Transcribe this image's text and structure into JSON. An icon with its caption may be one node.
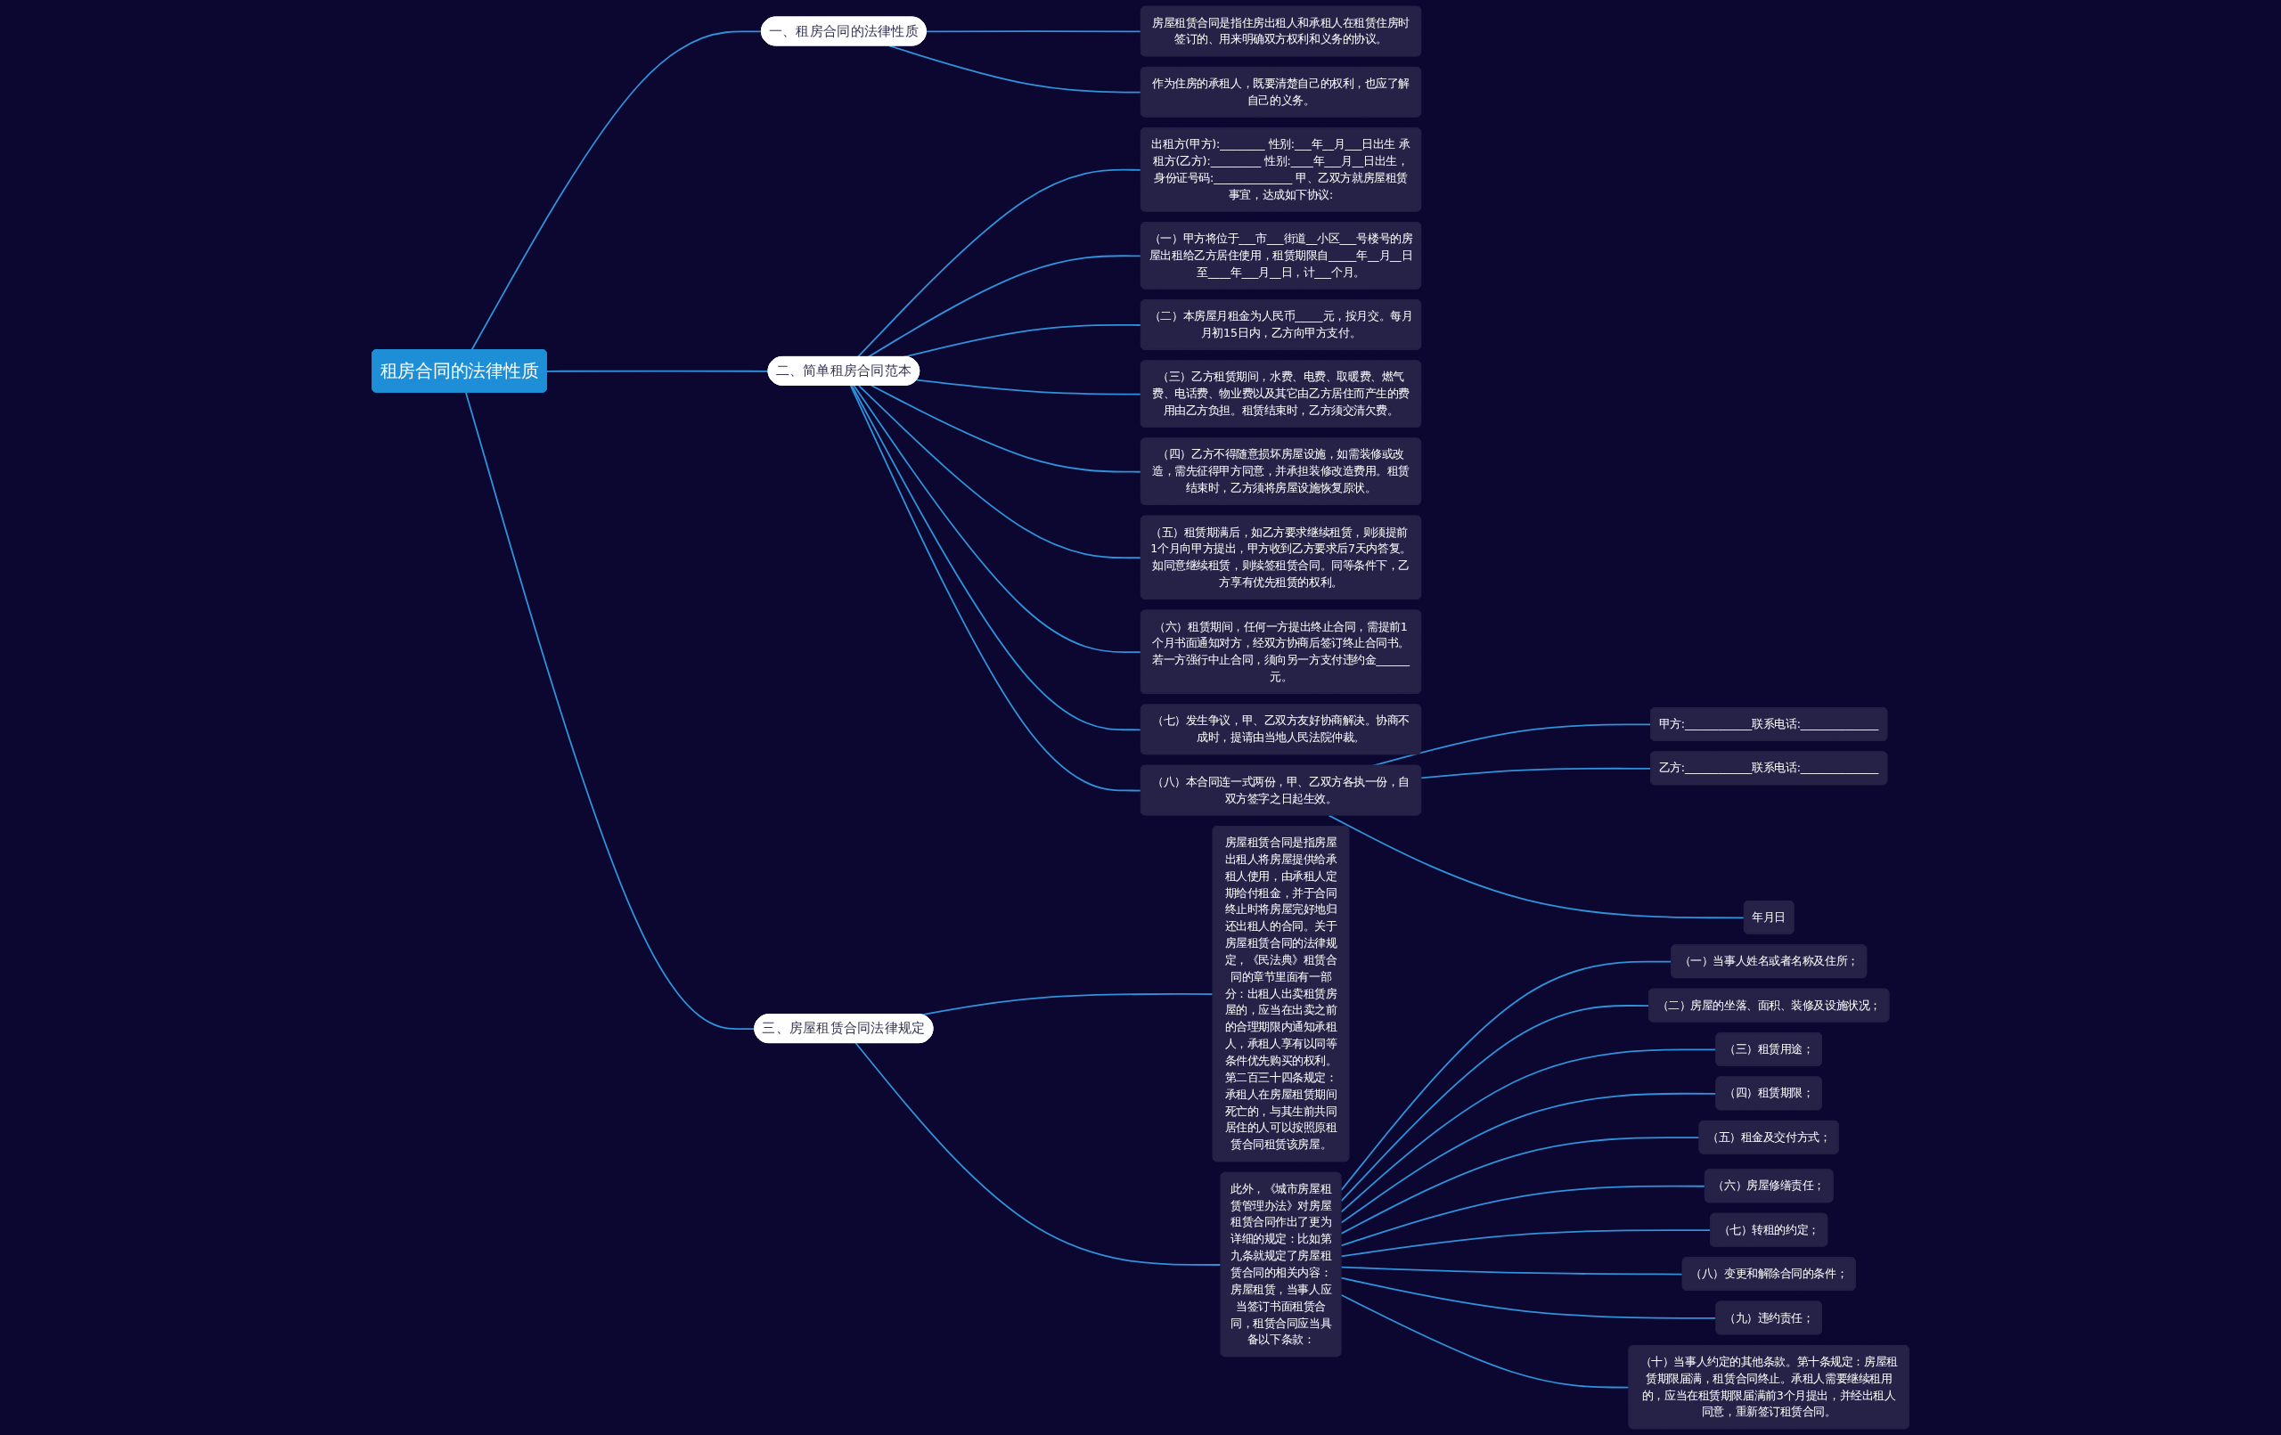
{
  "diagram": {
    "nodes": [
      {
        "text": [
          "租房合同的法律性质"
        ]
      },
      {
        "text": [
          "一、租房合同的法律性质"
        ]
      },
      {
        "text": [
          "房屋租赁合同是指住房出租人和承租人在租赁住房时签订的、用来明确双方权利和义务的协议。"
        ]
      },
      {
        "text": [
          "作为住房的承租人，既要清楚自己的权利，也应了解自己的义务。"
        ]
      },
      {
        "text": [
          "二、简单租房合同范本"
        ]
      },
      {
        "text": [
          "出租方(甲方):________ 性别:___年__月___日出生 承租方(乙方):_________ 性别:____年___月__日出生，身份证号码:______________ 甲、乙双方就房屋租赁事宜，达成如下协议:"
        ]
      },
      {
        "text": [
          "（一）甲方将位于___市___街道__小区___号楼号的房屋出租给乙方居住使用，租赁期限自_____年__月__日至____年___月__日，计___个月。"
        ]
      },
      {
        "text": [
          "（二）本房屋月租金为人民币_____元，按月交。每月月初15日内，乙方向甲方支付。"
        ]
      },
      {
        "text": [
          "（三）乙方租赁期间，水费、电费、取暖费、燃气费、电话费、物业费以及其它由乙方居住而产生的费用由乙方负担。租赁结束时，乙方须交清欠费。"
        ]
      },
      {
        "text": [
          "（四）乙方不得随意损坏房屋设施，如需装修或改造，需先征得甲方同意，并承担装修改造费用。租赁结束时，乙方须将房屋设施恢复原状。"
        ]
      },
      {
        "text": [
          "（五）租赁期满后，如乙方要求继续租赁，则须提前 1个月向甲方提出，甲方收到乙方要求后7天内答复。如同意继续租赁，则续签租赁合同。同等条件下，乙方享有优先租赁的权利。"
        ]
      },
      {
        "text": [
          "（六）租赁期间，任何一方提出终止合同，需提前1个月书面通知对方，经双方协商后签订终止合同书。若一方强行中止合同，须向另一方支付违约金______元。"
        ]
      },
      {
        "text": [
          "（七）发生争议，甲、乙双方友好协商解决。协商不成时，提请由当地人民法院仲裁。"
        ]
      },
      {
        "text": [
          "（八）本合同连一式两份，甲、乙双方各执一份，自双方签字之日起生效。"
        ]
      },
      {
        "text": [
          "甲方:____________联系电话:______________"
        ]
      },
      {
        "text": [
          "乙方:____________联系电话:______________"
        ]
      },
      {
        "text": [
          "年月日"
        ]
      },
      {
        "text": [
          "三、房屋租赁合同法律规定"
        ]
      },
      {
        "text": [
          "房屋租赁合同是指房屋出租人将房屋提供给承租人使用，由承租人定期给付租金，并于合同终止时将房屋完好地归还出租人的合同。关于房屋租赁合同的法律规定，《民法典》租赁合同的章节里面有一部分：出租人出卖租赁房屋的，应当在出卖之前的合理期限内通知承租人，承租人享有以同等条件优先购买的权利。第二百三十四条规定：承租人在房屋租赁期间死亡的，与其生前共同居住的人可以按照原租赁合同租赁该房屋。"
        ]
      },
      {
        "text": [
          "此外，《城市房屋租赁管理办法》对房屋租赁合同作出了更为详细的规定：比如第九条就规定了房屋租赁合同的相关内容：房屋租赁，当事人应当签订书面租赁合同，租赁合同应当具备以下条款："
        ]
      },
      {
        "text": [
          "（一）当事人姓名或者名称及住所；"
        ]
      },
      {
        "text": [
          "（二）房屋的坐落、面积、装修及设施状况；"
        ]
      },
      {
        "text": [
          "（三）租赁用途；"
        ]
      },
      {
        "text": [
          "（四）租赁期限；"
        ]
      },
      {
        "text": [
          "（五）租金及交付方式；"
        ]
      },
      {
        "text": [
          "（六）房屋修缮责任；"
        ]
      },
      {
        "text": [
          "（七）转租的约定；"
        ]
      },
      {
        "text": [
          "（八）变更和解除合同的条件；"
        ]
      },
      {
        "text": [
          "（九）违约责任；"
        ]
      },
      {
        "text": [
          "（十）当事人约定的其他条款。第十条规定：房屋租赁期限届满，租赁合同终止。承租人需要继续租用的，应当在租赁期限届满前3个月提出，并经出租人同意，重新签订租赁合同。"
        ]
      }
    ],
    "edges": [
      {
        "from": 0,
        "to": 1,
        "arrow": "none"
      },
      {
        "from": 1,
        "to": 2,
        "arrow": "none"
      },
      {
        "from": 1,
        "to": 3,
        "arrow": "none"
      },
      {
        "from": 0,
        "to": 4,
        "arrow": "none"
      },
      {
        "from": 4,
        "to": 5,
        "arrow": "none"
      },
      {
        "from": 4,
        "to": 6,
        "arrow": "none"
      },
      {
        "from": 4,
        "to": 7,
        "arrow": "none"
      },
      {
        "from": 4,
        "to": 8,
        "arrow": "none"
      },
      {
        "from": 4,
        "to": 9,
        "arrow": "none"
      },
      {
        "from": 4,
        "to": 10,
        "arrow": "none"
      },
      {
        "from": 4,
        "to": 11,
        "arrow": "none"
      },
      {
        "from": 4,
        "to": 12,
        "arrow": "none"
      },
      {
        "from": 4,
        "to": 13,
        "arrow": "none"
      },
      {
        "from": 13,
        "to": 14,
        "arrow": "none"
      },
      {
        "from": 13,
        "to": 15,
        "arrow": "none"
      },
      {
        "from": 13,
        "to": 16,
        "arrow": "none"
      },
      {
        "from": 0,
        "to": 17,
        "arrow": "none"
      },
      {
        "from": 17,
        "to": 18,
        "arrow": "none"
      },
      {
        "from": 17,
        "to": 19,
        "arrow": "none"
      },
      {
        "from": 19,
        "to": 20,
        "arrow": "none"
      },
      {
        "from": 19,
        "to": 21,
        "arrow": "none"
      },
      {
        "from": 19,
        "to": 22,
        "arrow": "none"
      },
      {
        "from": 19,
        "to": 23,
        "arrow": "none"
      },
      {
        "from": 19,
        "to": 24,
        "arrow": "none"
      },
      {
        "from": 19,
        "to": 25,
        "arrow": "none"
      },
      {
        "from": 19,
        "to": 26,
        "arrow": "none"
      },
      {
        "from": 19,
        "to": 27,
        "arrow": "none"
      },
      {
        "from": 19,
        "to": 28,
        "arrow": "none"
      },
      {
        "from": 19,
        "to": 29,
        "arrow": "none"
      }
    ]
  }
}
